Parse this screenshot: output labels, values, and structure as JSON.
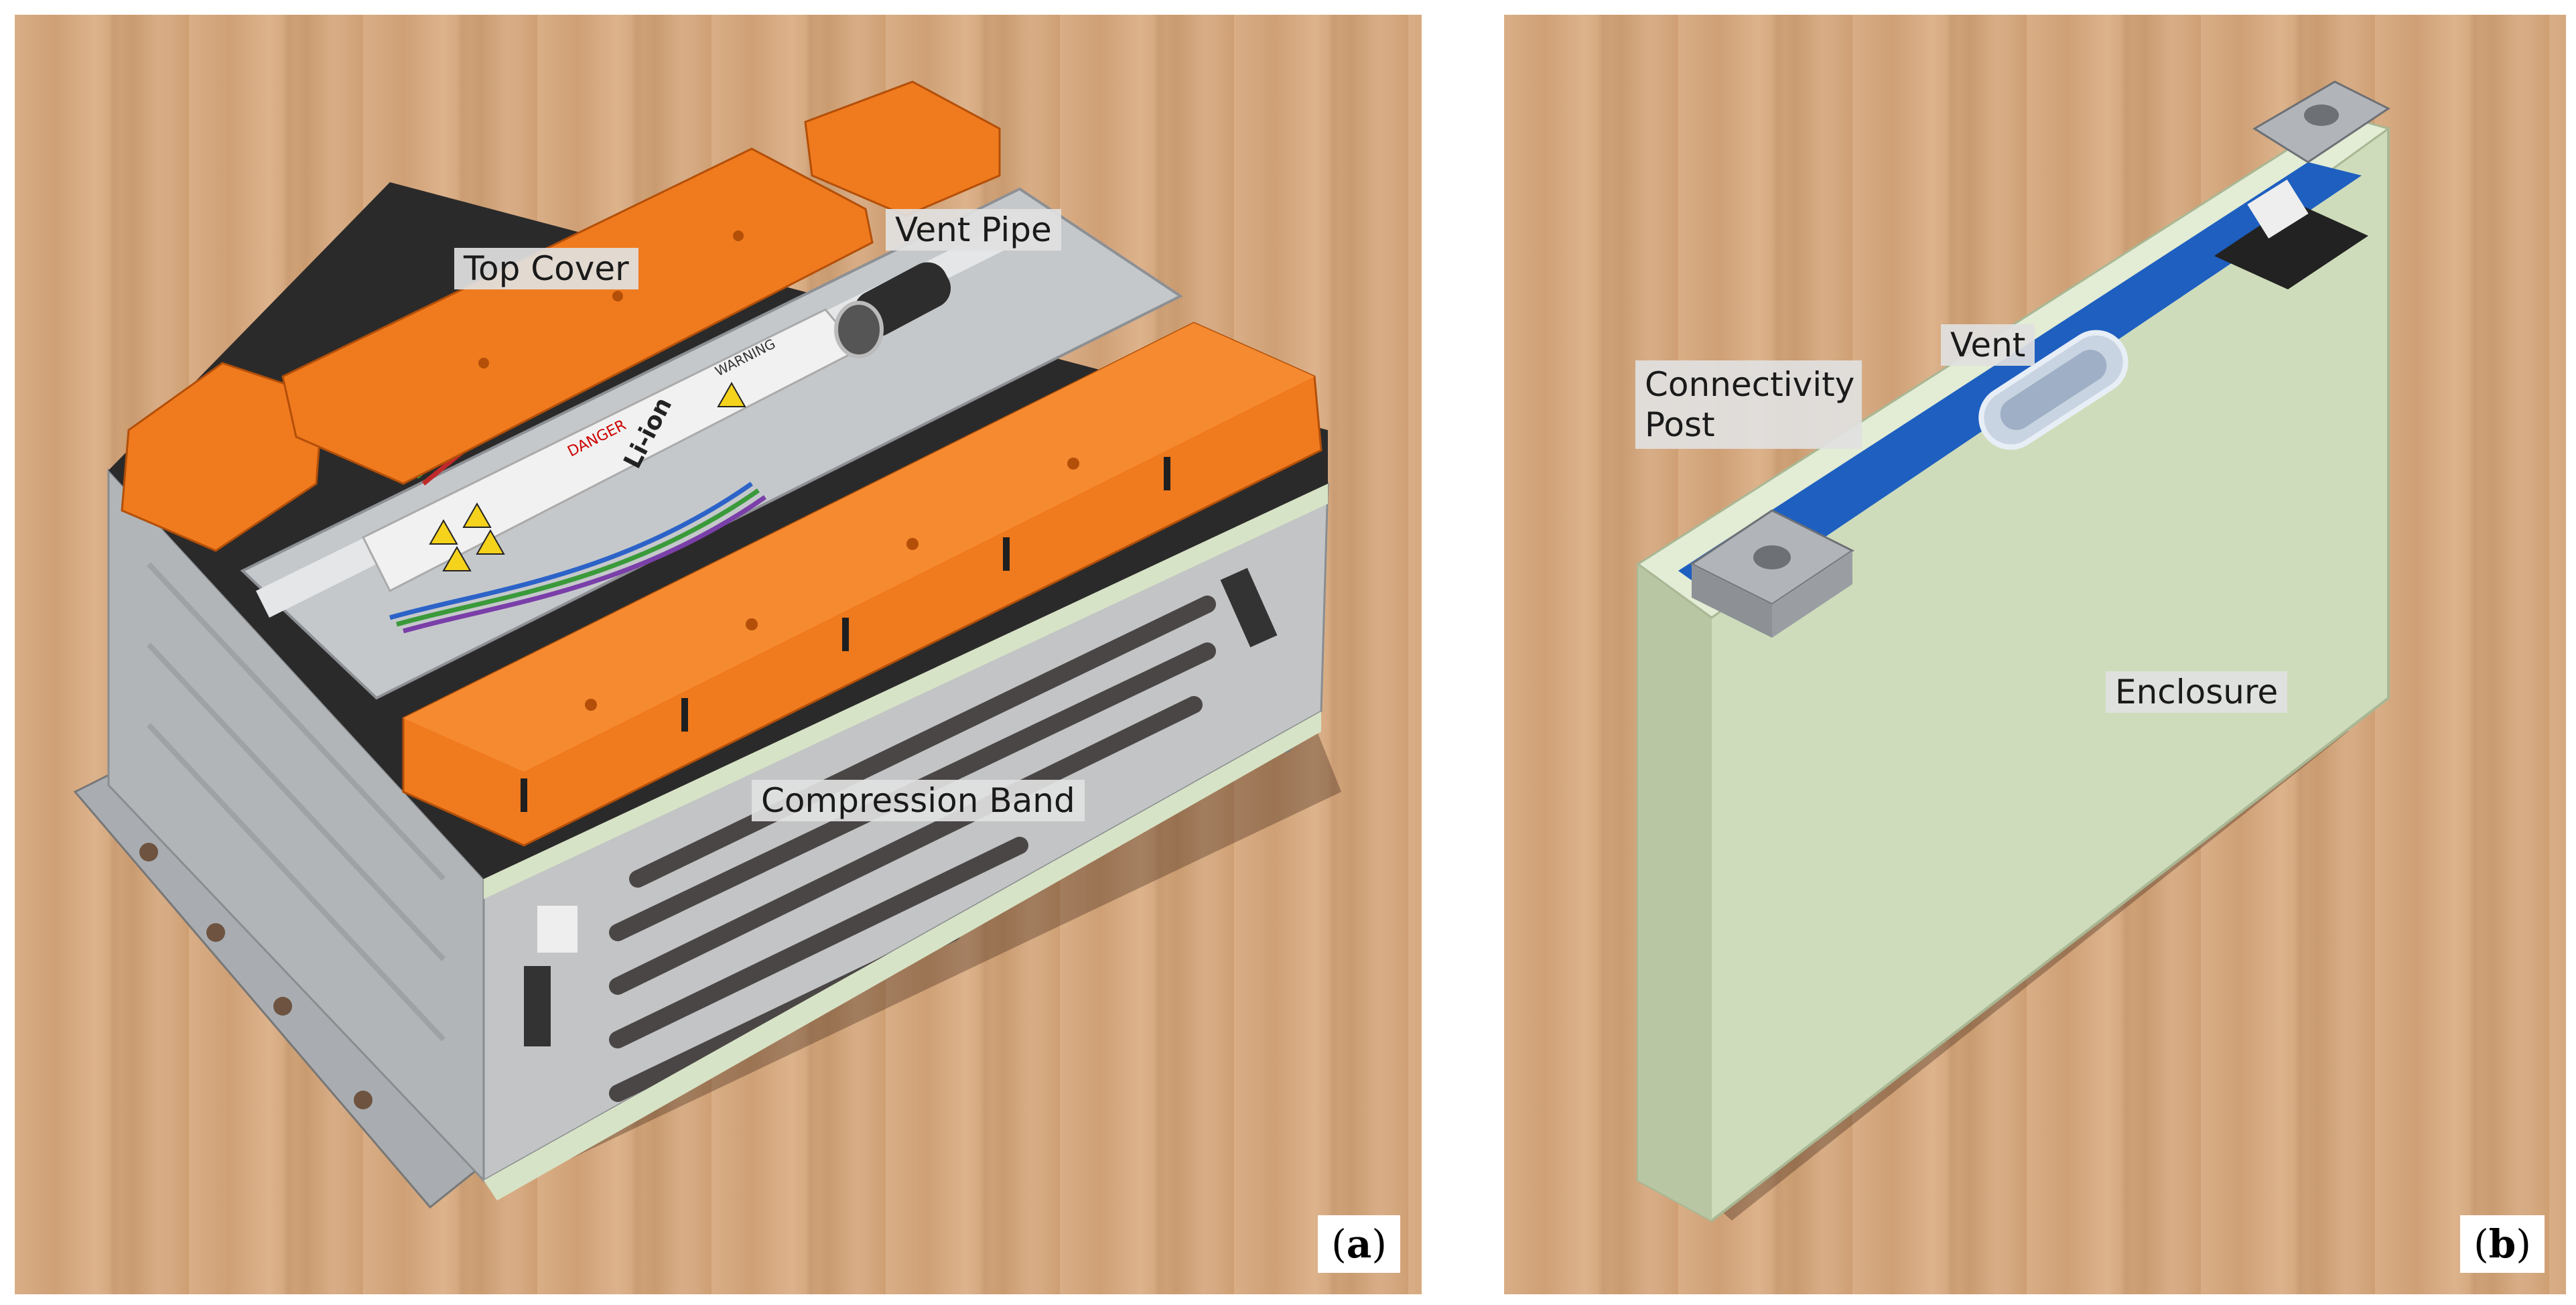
{
  "panels": [
    {
      "tag_open": "(",
      "tag_letter": "a",
      "tag_close": ")",
      "labels": {
        "top_cover": "Top Cover",
        "vent_pipe": "Vent Pipe",
        "compression_band": "Compression Band"
      },
      "sticker": {
        "danger": "DANGER",
        "warning": "WARNING",
        "li_ion": "Li-ion"
      }
    },
    {
      "tag_open": "(",
      "tag_letter": "b",
      "tag_close": ")",
      "labels": {
        "vent": "Vent",
        "connectivity_post": "Connectivity Post",
        "enclosure": "Enclosure"
      }
    }
  ],
  "colors": {
    "wood": "#d6a980",
    "orange_cover": "#f07a1e",
    "cell_green": "#d9e6c8",
    "cell_blue": "#1e5fc0",
    "metal": "#b8bcc0"
  }
}
